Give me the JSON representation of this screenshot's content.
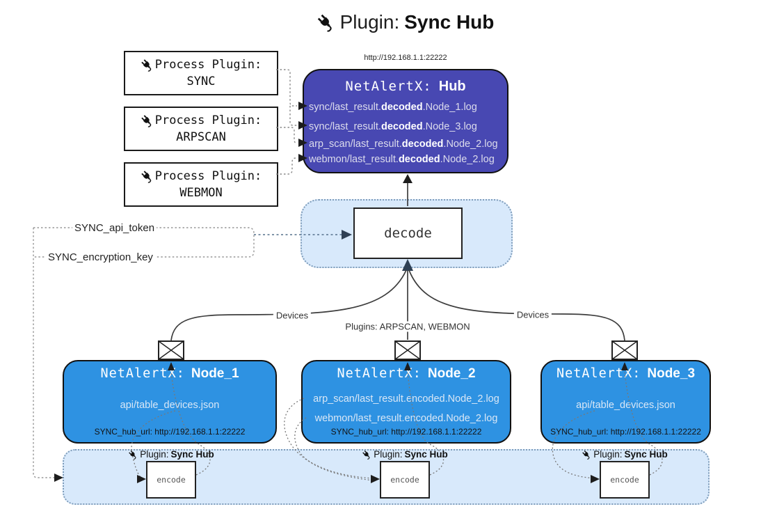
{
  "title": {
    "icon": "plug-icon",
    "label": "Plugin:",
    "bold": "Sync Hub"
  },
  "process_plugins": [
    {
      "label": "Process Plugin:",
      "name": "SYNC"
    },
    {
      "label": "Process Plugin:",
      "name": "ARPSCAN"
    },
    {
      "label": "Process Plugin:",
      "name": "WEBMON"
    }
  ],
  "hub": {
    "url": "http://192.168.1.1:22222",
    "title": "NetAlertX:",
    "title_bold": "Hub",
    "logs": [
      {
        "pre": "sync/last_result.",
        "bold": "decoded",
        "post": ".Node_1.log"
      },
      {
        "pre": "sync/last_result.",
        "bold": "decoded",
        "post": ".Node_3.log"
      },
      {
        "pre": "arp_scan/last_result.",
        "bold": "decoded",
        "post": ".Node_2.log"
      },
      {
        "pre": "webmon/last_result.",
        "bold": "decoded",
        "post": ".Node_2.log"
      }
    ]
  },
  "decode_label": "decode",
  "keys": {
    "api_token": "SYNC_api_token",
    "encryption_key": "SYNC_encryption_key"
  },
  "edge_labels": {
    "devices_left": "Devices",
    "plugins": "Plugins: ARPSCAN, WEBMON",
    "devices_right": "Devices"
  },
  "nodes": [
    {
      "title": "NetAlertX:",
      "title_bold": "Node_1",
      "files": [
        "api/table_devices.json"
      ],
      "hub_url": "SYNC_hub_url: http://192.168.1.1:22222"
    },
    {
      "title": "NetAlertX:",
      "title_bold": "Node_2",
      "files": [
        "arp_scan/last_result.encoded.Node_2.log",
        "webmon/last_result.encoded.Node_2.log"
      ],
      "hub_url": "SYNC_hub_url: http://192.168.1.1:22222"
    },
    {
      "title": "NetAlertX:",
      "title_bold": "Node_3",
      "files": [
        "api/table_devices.json"
      ],
      "hub_url": "SYNC_hub_url: http://192.168.1.1:22222"
    }
  ],
  "encoder_label": {
    "prefix": "Plugin:",
    "bold": "Sync Hub",
    "box": "encode"
  },
  "colors": {
    "hub_fill": "#4848b2",
    "node_fill": "#2e92e2",
    "panel_fill": "#d8e9fb",
    "panel_border": "#7e9cba",
    "line": "#3d3d3d",
    "dotted_line": "#8a8a8a"
  }
}
